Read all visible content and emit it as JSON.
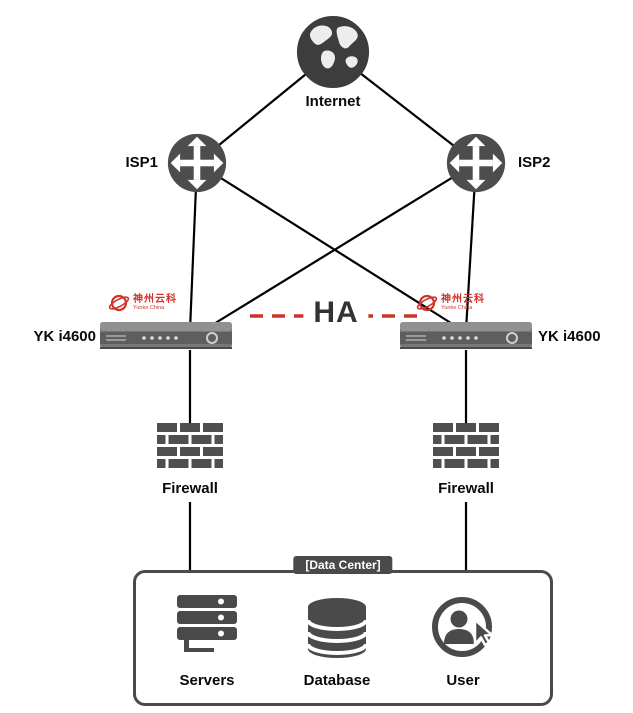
{
  "diagram": {
    "internet": {
      "label": "Internet"
    },
    "isp1": {
      "label": "ISP1"
    },
    "isp2": {
      "label": "ISP2"
    },
    "ha": {
      "label": "HA"
    },
    "devices": {
      "left": {
        "label": "YK i4600",
        "logo_cn": "神州云科",
        "logo_en": "Yunke China"
      },
      "right": {
        "label": "YK i4600",
        "logo_cn": "神州云科",
        "logo_en": "Yunke China"
      }
    },
    "firewalls": {
      "left": {
        "label": "Firewall"
      },
      "right": {
        "label": "Firewall"
      }
    },
    "datacenter": {
      "title": "[Data Center]",
      "items": [
        {
          "label": "Servers"
        },
        {
          "label": "Database"
        },
        {
          "label": "User"
        }
      ]
    },
    "colors": {
      "accent_red": "#cc3326",
      "icon_gray": "#4a4a4a",
      "line_black": "#000000"
    }
  }
}
